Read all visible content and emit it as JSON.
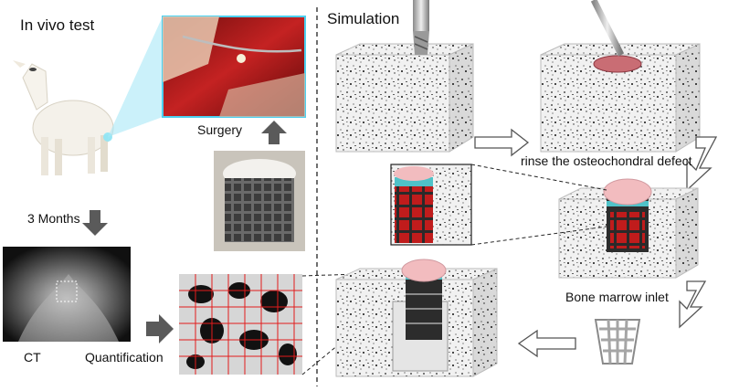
{
  "labels": {
    "in_vivo": "In vivo test",
    "simulation": "Simulation",
    "surgery": "Surgery",
    "three_months": "3 Months",
    "ct": "CT",
    "quantification": "Quantification",
    "rinse": "rinse the osteochondral defect",
    "bone_marrow": "Bone marrow inlet"
  },
  "colors": {
    "arrow_dark": "#5a5a5a",
    "divider": "#222222",
    "zoom_fan": "#a8e8f6",
    "cartilage_pink": "#f2bcbf",
    "scaffold_dark": "#3a3a3a",
    "surgery_red": "#b01818",
    "block_face": "#ececec"
  }
}
